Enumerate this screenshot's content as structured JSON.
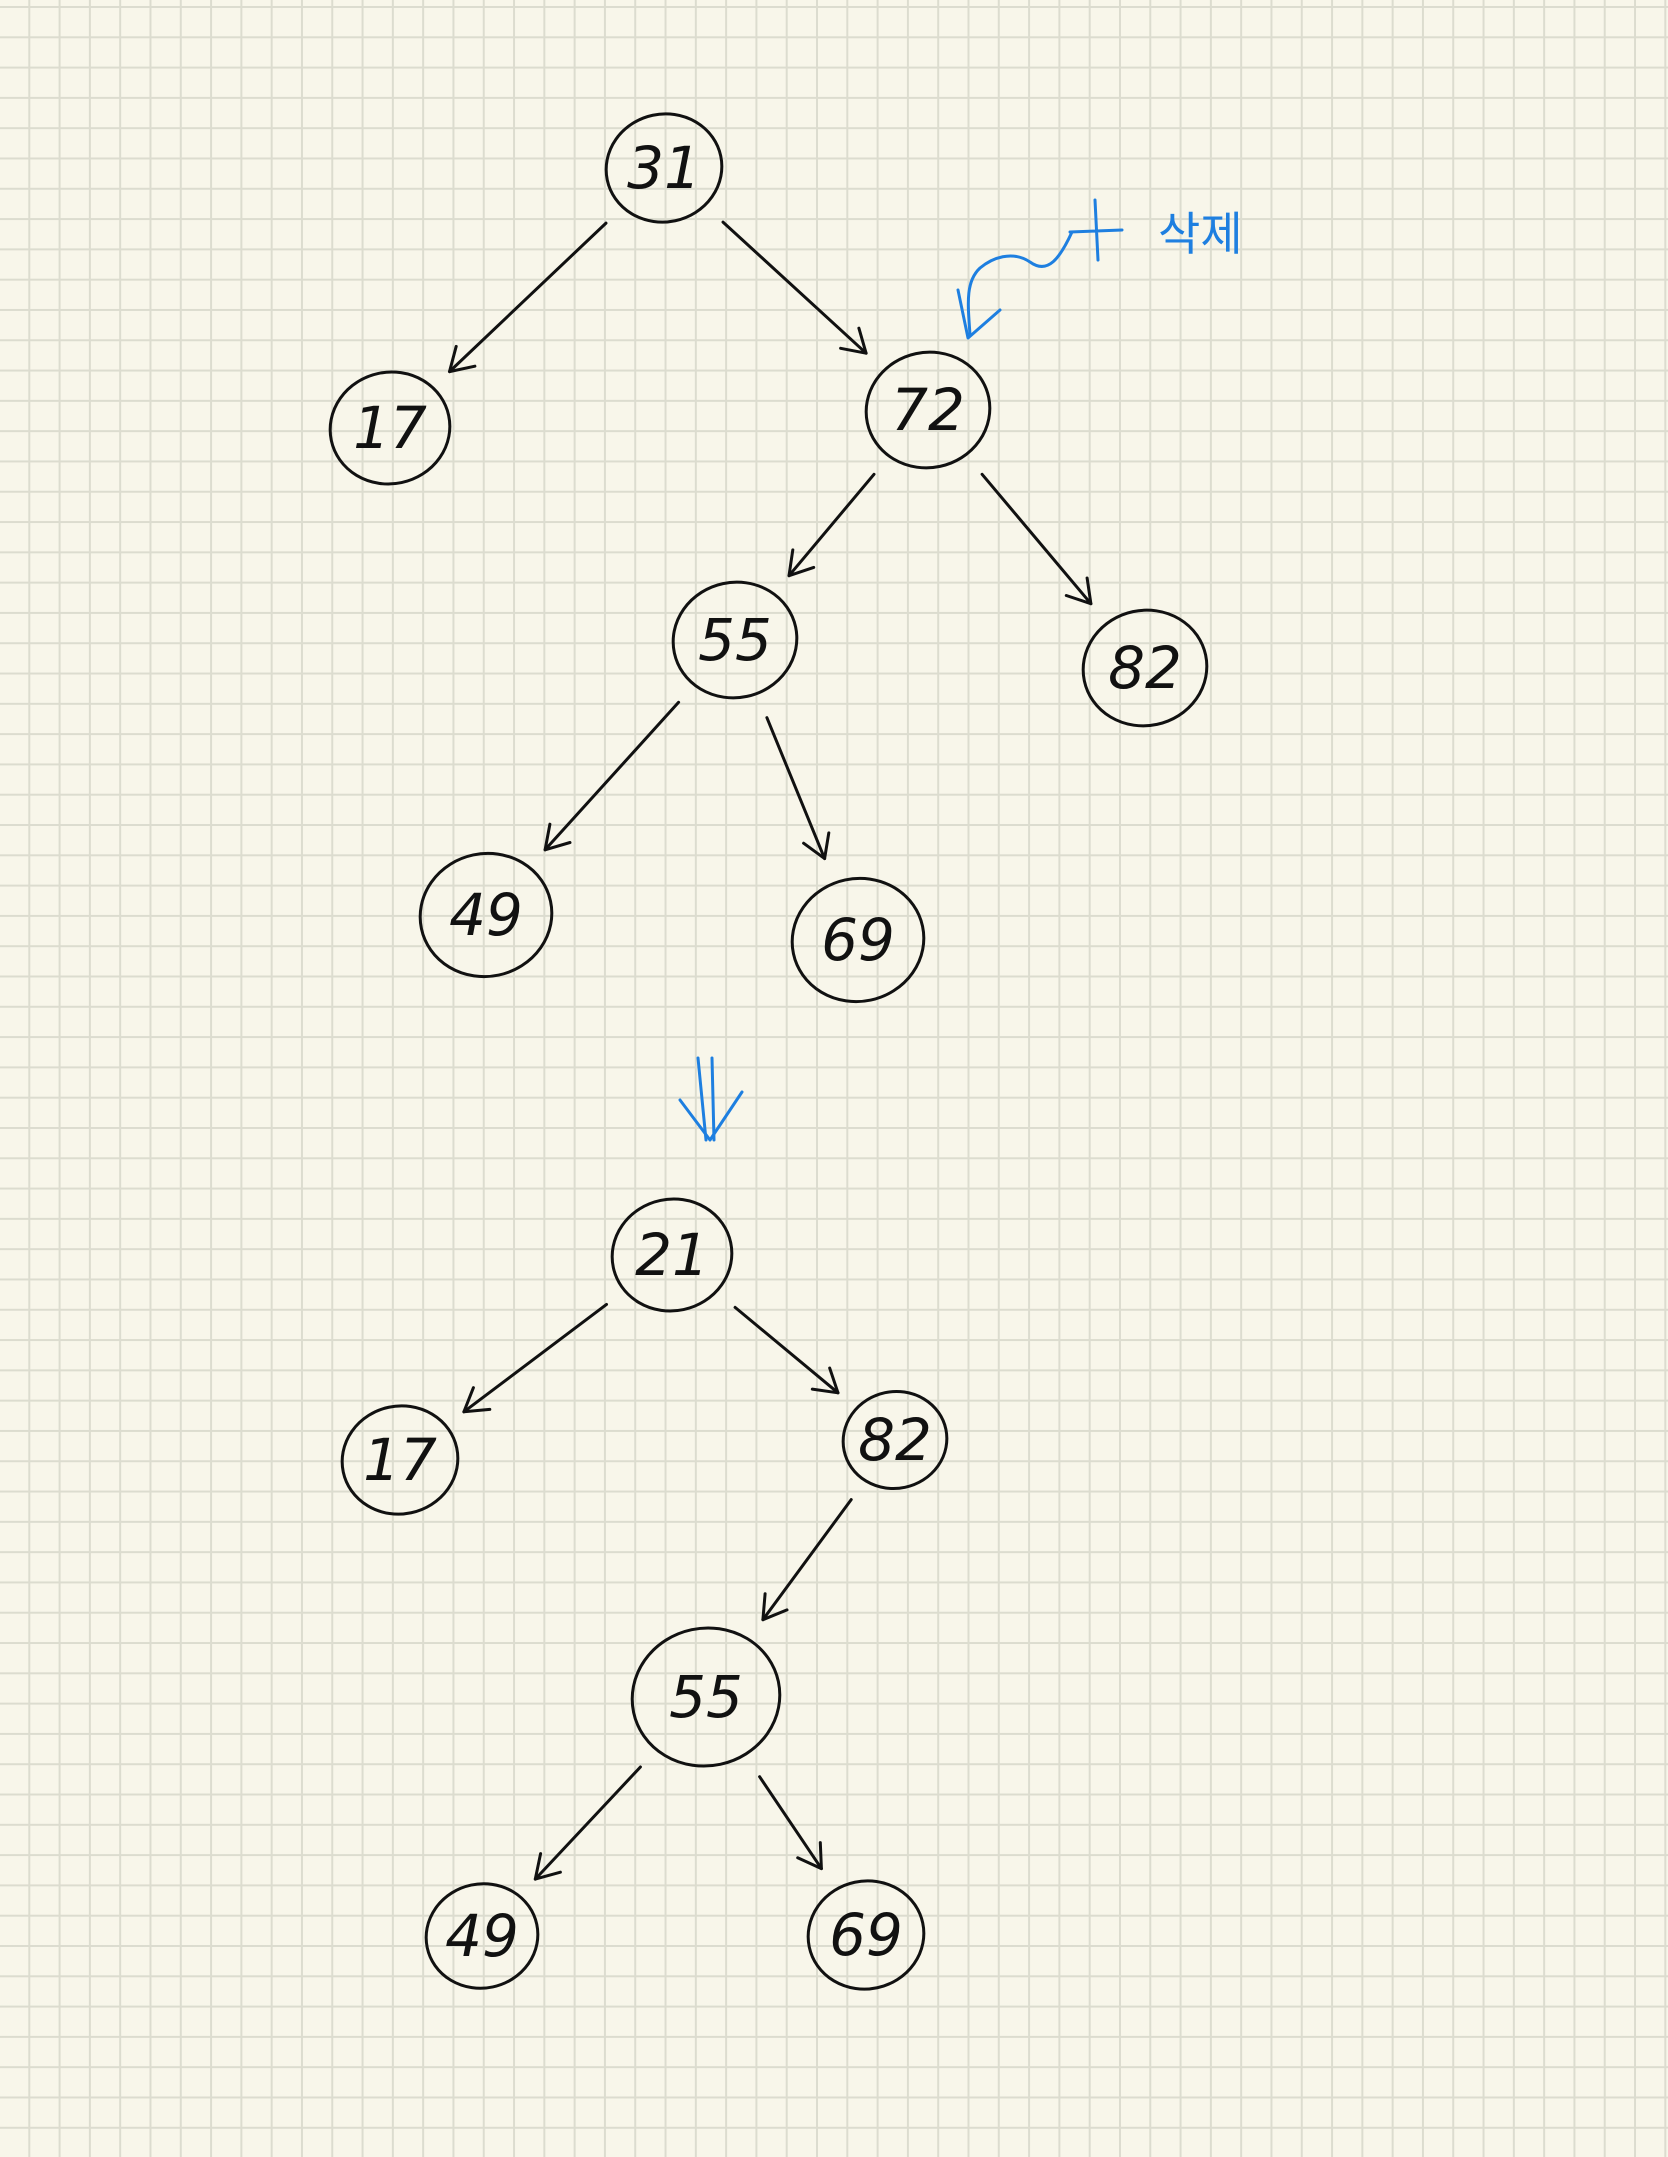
{
  "trees": [
    {
      "nodes": [
        {
          "id": "n31",
          "label": "31"
        },
        {
          "id": "n17",
          "label": "17"
        },
        {
          "id": "n72",
          "label": "72"
        },
        {
          "id": "n55",
          "label": "55"
        },
        {
          "id": "n82",
          "label": "82"
        },
        {
          "id": "n49",
          "label": "49"
        },
        {
          "id": "n69",
          "label": "69"
        }
      ],
      "edges": [
        [
          "n31",
          "n17"
        ],
        [
          "n31",
          "n72"
        ],
        [
          "n72",
          "n55"
        ],
        [
          "n72",
          "n82"
        ],
        [
          "n55",
          "n49"
        ],
        [
          "n55",
          "n69"
        ]
      ]
    },
    {
      "nodes": [
        {
          "id": "m21",
          "label": "21"
        },
        {
          "id": "m17",
          "label": "17"
        },
        {
          "id": "m82",
          "label": "82"
        },
        {
          "id": "m55",
          "label": "55"
        },
        {
          "id": "m49",
          "label": "49"
        },
        {
          "id": "m69",
          "label": "69"
        }
      ],
      "edges": [
        [
          "m21",
          "m17"
        ],
        [
          "m21",
          "m82"
        ],
        [
          "m82",
          "m55"
        ],
        [
          "m55",
          "m49"
        ],
        [
          "m55",
          "m69"
        ]
      ]
    }
  ],
  "annotation": {
    "text": "삭제",
    "target": "n72",
    "color": "#1e7fe0"
  },
  "transition_arrow": {
    "color": "#1e7fe0"
  },
  "colors": {
    "ink": "#111111",
    "paper": "#f8f6ea",
    "grid": "#dcdccf",
    "annotation": "#1e7fe0"
  }
}
